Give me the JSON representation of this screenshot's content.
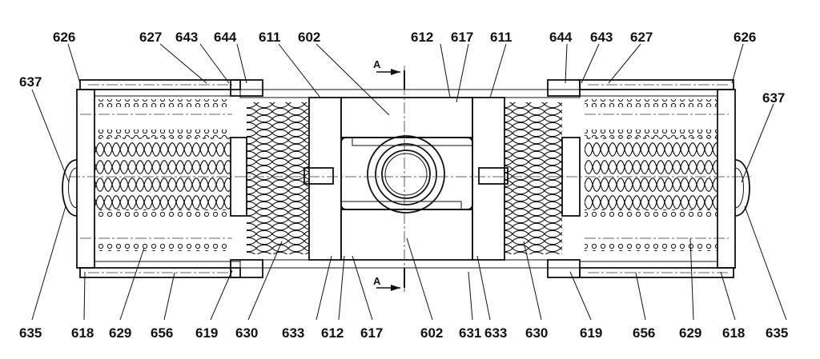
{
  "section": {
    "marker": "A"
  },
  "labels_top": [
    "626",
    "627",
    "643",
    "644",
    "611",
    "602",
    "612",
    "617",
    "611",
    "644",
    "643",
    "627",
    "626"
  ],
  "labels_side": [
    "637",
    "637"
  ],
  "labels_bottom": [
    "635",
    "618",
    "629",
    "656",
    "619",
    "630",
    "633",
    "612",
    "617",
    "602",
    "631",
    "633",
    "630",
    "619",
    "656",
    "629",
    "618",
    "635"
  ]
}
